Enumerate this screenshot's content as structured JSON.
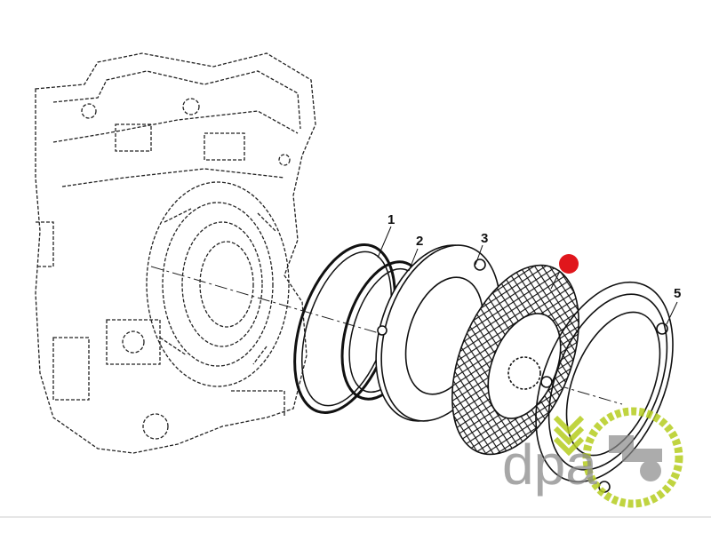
{
  "diagram": {
    "parts": [
      {
        "callout": "1"
      },
      {
        "callout": "2"
      },
      {
        "callout": "3"
      },
      {
        "callout": "5"
      }
    ],
    "highlight_color": "#e0161c",
    "watermark": {
      "text": "dpa",
      "accent_color": "#b5cc1e",
      "text_color": "#8a8a8a"
    }
  }
}
